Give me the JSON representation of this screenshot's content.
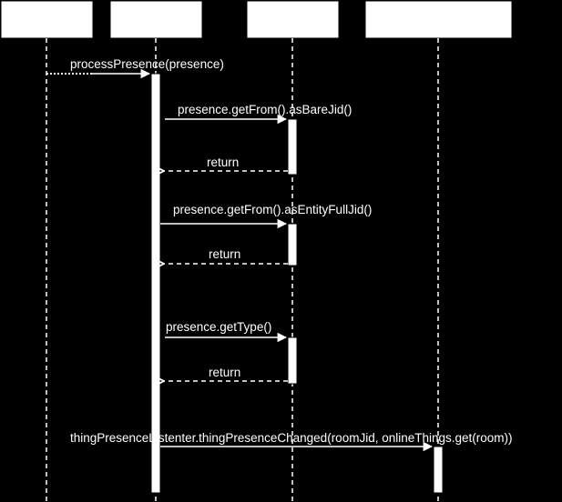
{
  "diagram": {
    "type": "sequence",
    "background": "#000000",
    "foreground": "#ffffff",
    "participants": [
      {
        "label": ""
      },
      {
        "label": ""
      },
      {
        "label": ""
      },
      {
        "label": ""
      }
    ],
    "messages": [
      {
        "label": "processPresence(presence)",
        "kind": "call"
      },
      {
        "label": "presence.getFrom().asBareJid()",
        "kind": "call"
      },
      {
        "label": "return",
        "kind": "return"
      },
      {
        "label": "presence.getFrom().asEntityFullJid()",
        "kind": "call"
      },
      {
        "label": "return",
        "kind": "return"
      },
      {
        "label": "presence.getType()",
        "kind": "call"
      },
      {
        "label": "return",
        "kind": "return"
      },
      {
        "label": "thingPresenceListenter.thingPresenceChanged(roomJid, onlineThings.get(room))",
        "kind": "call"
      }
    ]
  }
}
